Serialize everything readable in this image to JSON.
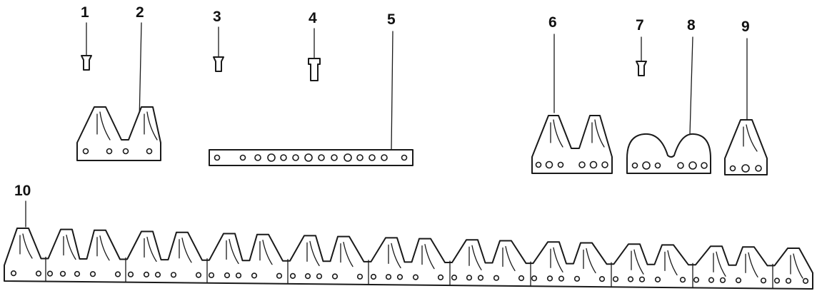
{
  "labels": {
    "p1": "1",
    "p2": "2",
    "p3": "3",
    "p4": "4",
    "p5": "5",
    "p6": "6",
    "p7": "7",
    "p8": "8",
    "p9": "9",
    "p10": "10"
  },
  "parts": {
    "p1": "countersunk-rivet",
    "p2": "double-knife-section",
    "p3": "countersunk-rivet",
    "p4": "flat-head-bolt",
    "p5": "perforated-strip",
    "p6": "double-knife-section",
    "p7": "countersunk-rivet",
    "p8": "smooth-double-section",
    "p9": "single-knife-section",
    "p10": "knife-bar-assembly"
  },
  "colors": {
    "line": "#1a1a1a",
    "background": "#ffffff"
  }
}
